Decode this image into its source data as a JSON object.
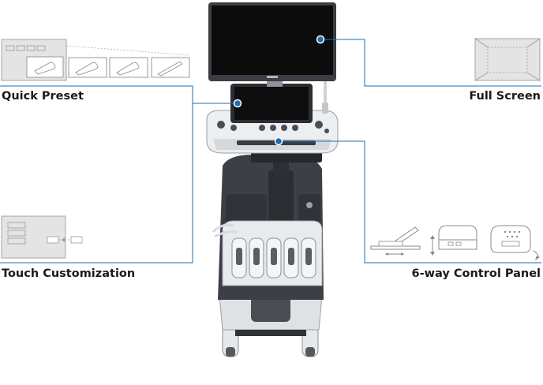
{
  "labels": {
    "quick_preset": "Quick Preset",
    "full_screen": "Full Screen",
    "touch_customization": "Touch Customization",
    "six_way_control_panel": "6-way Control Panel"
  },
  "colors": {
    "callout_line": "#1a6fb3",
    "device_dark": "#3c4046",
    "device_light": "#eef0f2",
    "thumbnail_bg": "#e9e9e9"
  },
  "icons": [
    "quick-preset-thumbnail",
    "full-screen-thumbnail",
    "touch-customization-thumbnail",
    "control-panel-tilt-icon",
    "control-panel-height-icon",
    "control-panel-swivel-icon",
    "ultrasound-machine-image"
  ]
}
